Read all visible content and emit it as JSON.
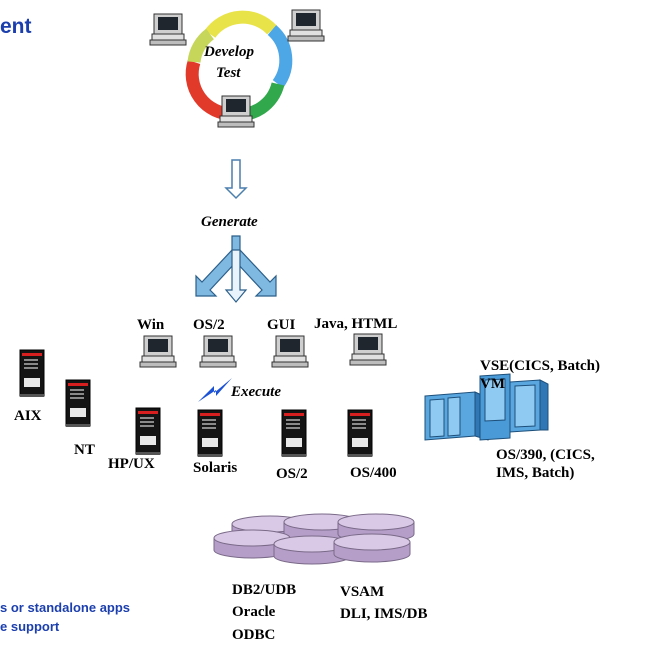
{
  "header": {
    "title_fragment": "ent"
  },
  "cycle": {
    "develop": "Develop",
    "test": "Test"
  },
  "flow": {
    "generate": "Generate",
    "execute": "Execute"
  },
  "clients": [
    {
      "label": "Win",
      "icon": "desktop-pc-icon"
    },
    {
      "label": "OS/2",
      "icon": "desktop-pc-icon"
    },
    {
      "label": "GUI",
      "icon": "desktop-pc-icon"
    },
    {
      "label": "Java, HTML",
      "icon": "desktop-pc-icon"
    }
  ],
  "servers": [
    {
      "label": "AIX",
      "icon": "tower-server-icon"
    },
    {
      "label": "NT",
      "icon": "tower-server-icon"
    },
    {
      "label": "HP/UX",
      "icon": "tower-server-icon"
    },
    {
      "label": "Solaris",
      "icon": "tower-server-icon"
    },
    {
      "label": "OS/2",
      "icon": "tower-server-icon"
    },
    {
      "label": "OS/400",
      "icon": "tower-server-icon"
    }
  ],
  "mainframe": {
    "label_top": [
      "VSE(CICS, Batch)",
      "VM"
    ],
    "label_bottom": [
      "OS/390, (CICS,",
      "IMS, Batch)"
    ],
    "icon": "mainframe-icon"
  },
  "databases": {
    "left": [
      "DB2/UDB",
      "Oracle",
      "ODBC"
    ],
    "right": [
      "VSAM",
      "DLI, IMS/DB"
    ],
    "icon": "database-disks-icon"
  },
  "footer": {
    "line1": "s or standalone apps",
    "line2": "e support"
  },
  "colors": {
    "title_blue": "#1c3fae",
    "arrow_blue": "#7fb8e0",
    "mainframe_blue": "#4a9ad8",
    "disk_lavender": "#c9b3d9"
  }
}
